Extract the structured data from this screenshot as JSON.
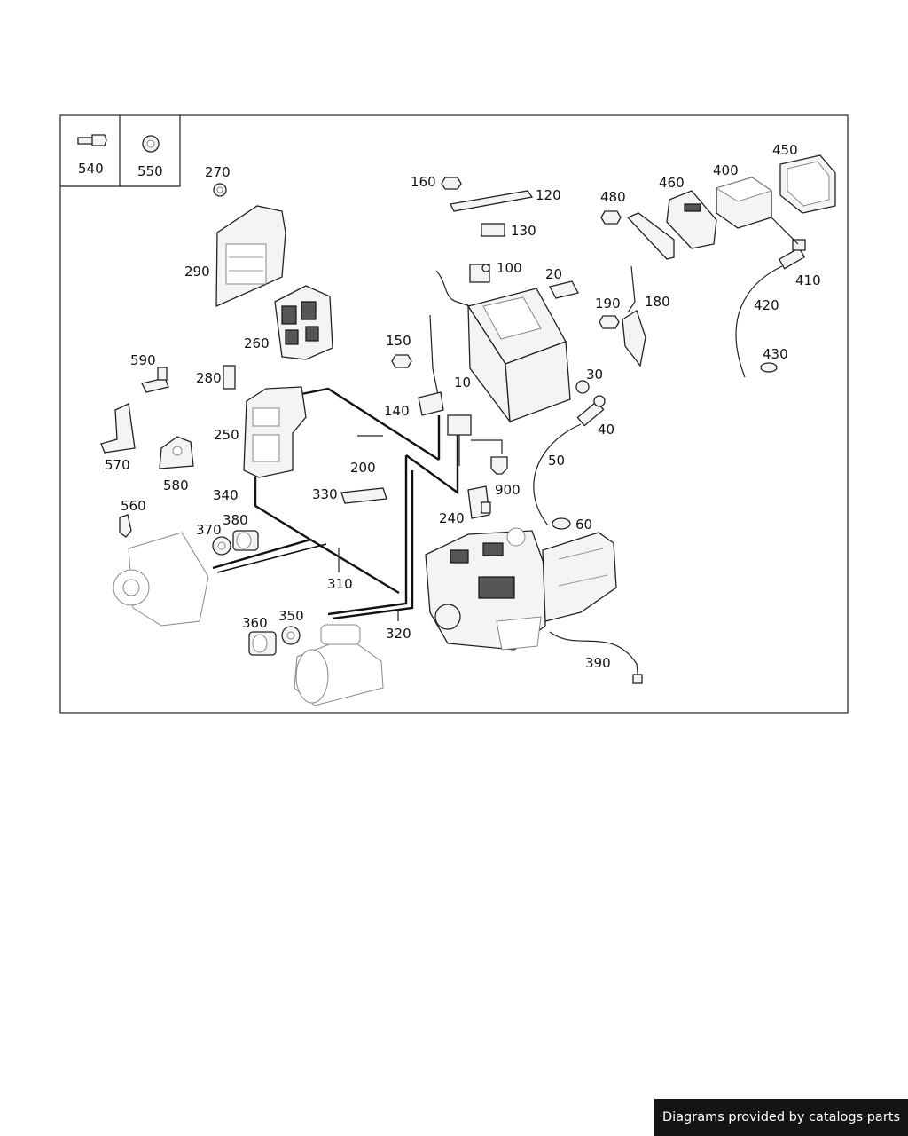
{
  "callouts": {
    "c540": "540",
    "c550": "550",
    "c270": "270",
    "c290": "290",
    "c260": "260",
    "c160": "160",
    "c120": "120",
    "c130": "130",
    "c100": "100",
    "c20": "20",
    "c480": "480",
    "c460": "460",
    "c400": "400",
    "c450": "450",
    "c410": "410",
    "c420": "420",
    "c430": "430",
    "c190": "190",
    "c180": "180",
    "c150": "150",
    "c10": "10",
    "c30": "30",
    "c40": "40",
    "c50": "50",
    "c140": "140",
    "c590": "590",
    "c280": "280",
    "c250": "250",
    "c570": "570",
    "c580": "580",
    "c200": "200",
    "c340": "340",
    "c330": "330",
    "c900": "900",
    "c240": "240",
    "c60": "60",
    "c560": "560",
    "c370": "370",
    "c380": "380",
    "c310": "310",
    "c320": "320",
    "c360": "360",
    "c350": "350",
    "c390": "390"
  },
  "footer": {
    "credit": "Diagrams provided by catalogs parts"
  }
}
